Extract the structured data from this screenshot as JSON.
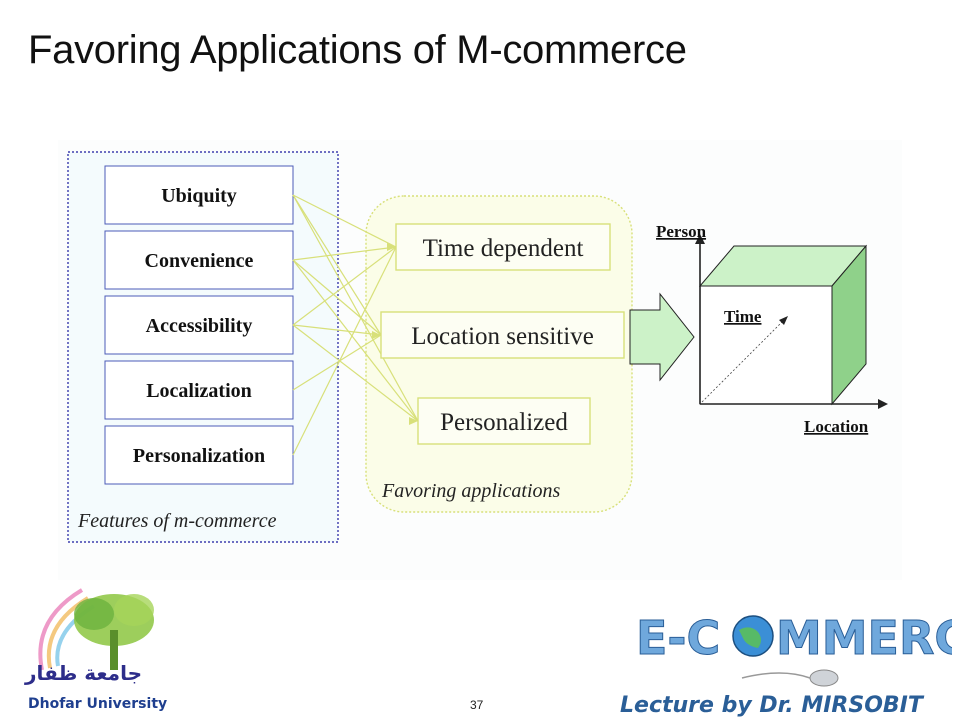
{
  "slide": {
    "title": "Favoring Applications of M-commerce",
    "page_number": "37"
  },
  "features": {
    "caption": "Features of m-commerce",
    "items": [
      "Ubiquity",
      "Convenience",
      "Accessibility",
      "Localization",
      "Personalization"
    ]
  },
  "applications": {
    "caption": "Favoring applications",
    "items": [
      "Time dependent",
      "Location sensitive",
      "Personalized"
    ]
  },
  "cube": {
    "axis_person": "Person",
    "axis_time": "Time",
    "axis_location": "Location"
  },
  "logos": {
    "university_arabic": "جامعة ظفار",
    "university_name": "Dhofar University",
    "ecommerce_left": "E-C",
    "ecommerce_right": "MMERCE",
    "lecture_by": "Lecture by Dr. MIRSOBIT"
  },
  "colors": {
    "feature_border": "#1a1a9e",
    "feature_fill": "#f4fbfd",
    "app_border": "#d8e07a",
    "app_fill": "#fbfde8",
    "cube_front": "#ffffff",
    "cube_top": "#ccf2c8",
    "cube_side": "#8fd18a",
    "arrow_fill": "#ccf2c8"
  }
}
